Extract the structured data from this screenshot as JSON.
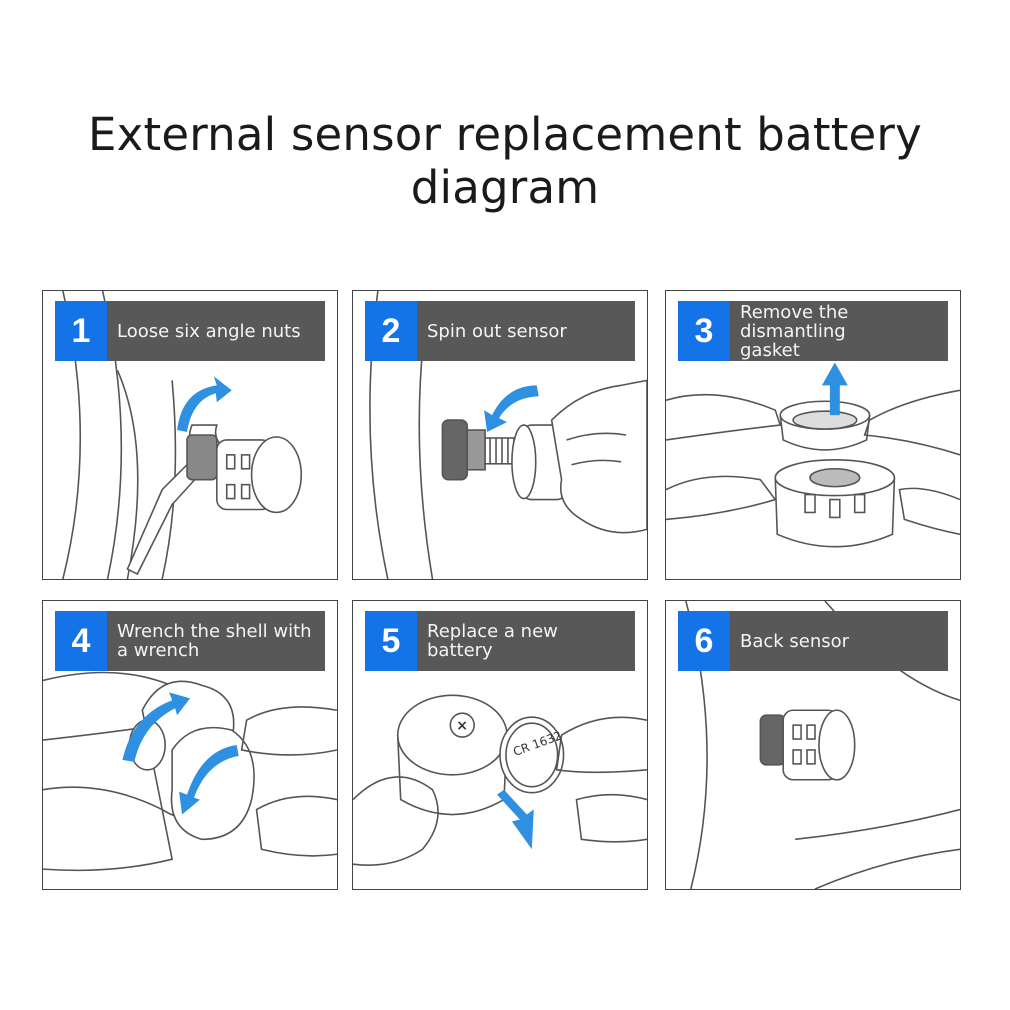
{
  "title": "External sensor replacement battery diagram",
  "colors": {
    "accent": "#1473e6",
    "banner": "#585858",
    "arrow": "#2f8fe0"
  },
  "steps": [
    {
      "number": "1",
      "label": "Loose six angle nuts"
    },
    {
      "number": "2",
      "label": "Spin out sensor"
    },
    {
      "number": "3",
      "label": "Remove the dismantling\ngasket"
    },
    {
      "number": "4",
      "label": "Wrench the shell with\na wrench"
    },
    {
      "number": "5",
      "label": "Replace a new battery"
    },
    {
      "number": "6",
      "label": "Back sensor"
    }
  ],
  "battery_label": "CR 1632"
}
